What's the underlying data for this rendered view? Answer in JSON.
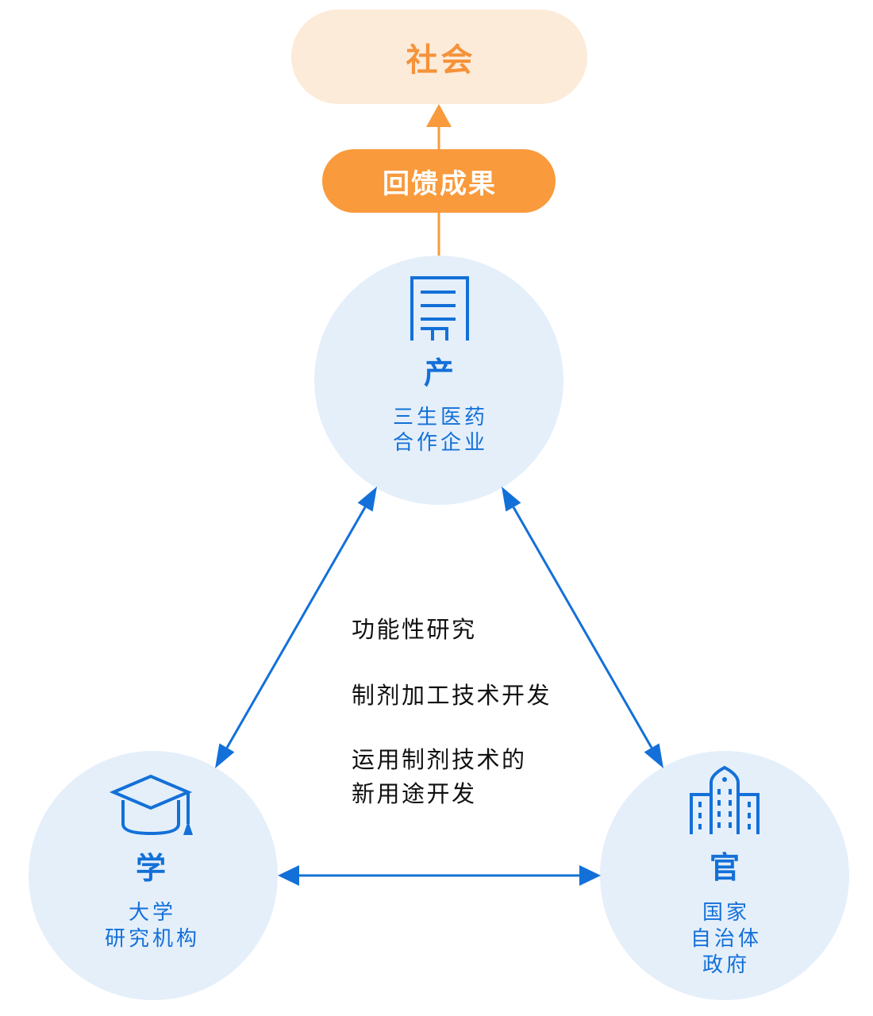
{
  "society": {
    "label": "社会"
  },
  "feedback": {
    "label": "回馈成果"
  },
  "nodes": {
    "industry": {
      "title": "产",
      "lines": [
        "三生医药",
        "合作企业"
      ],
      "icon": "office-building-icon"
    },
    "academia": {
      "title": "学",
      "lines": [
        "大学",
        "研究机构"
      ],
      "icon": "graduation-cap-icon"
    },
    "government": {
      "title": "官",
      "lines": [
        "国家",
        "自治体",
        "政府"
      ],
      "icon": "city-buildings-icon"
    }
  },
  "collaboration": {
    "items": [
      {
        "lines": [
          "功能性研究"
        ]
      },
      {
        "lines": [
          "制剂加工技术开发"
        ]
      },
      {
        "lines": [
          "运用制剂技术的",
          "新用途开发"
        ]
      }
    ]
  },
  "colors": {
    "blue": "#1370D8",
    "circle_fill": "#E4EFFA",
    "orange": "#F99A3C",
    "peach": "#FDEBD9",
    "society_text": "#F5923A",
    "text": "#111111"
  }
}
